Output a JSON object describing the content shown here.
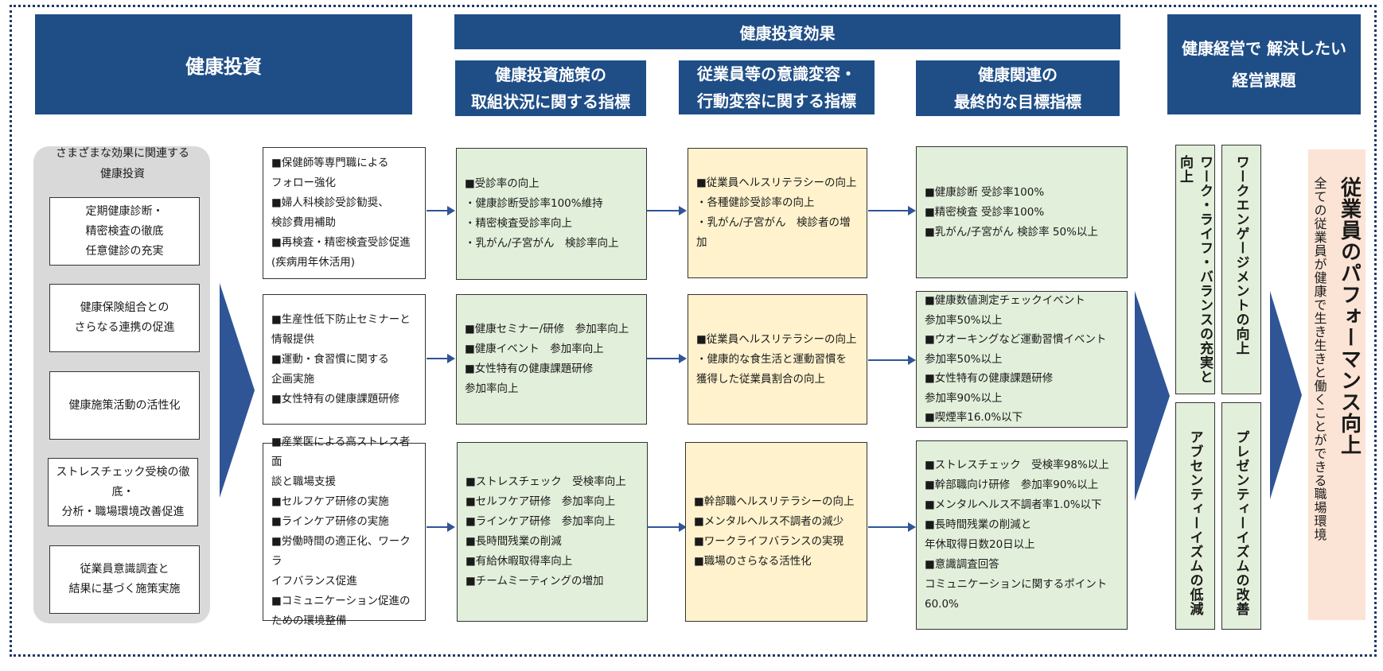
{
  "headers": {
    "investment": "健康投資",
    "effect": "健康投資効果",
    "sub1": [
      "健康投資施策の",
      "取組状況に関する指標"
    ],
    "sub2": [
      "従業員等の意識変容・",
      "行動変容に関する指標"
    ],
    "sub3": [
      "健康関連の",
      "最終的な目標指標"
    ],
    "issues": [
      "健康経営で 解決したい",
      "経営課題"
    ]
  },
  "left_panel": {
    "title": "さまざまな効果に関連する\n健康投資",
    "items": [
      "定期健康診断・\n精密検査の徹底\n任意健診の充実",
      "健康保険組合との\nさらなる連携の促進",
      "健康施策活動の活性化",
      "ストレスチェック受検の徹底・\n分析・職場環境改善促進",
      "従業員意識調査と\n結果に基づく施策実施"
    ]
  },
  "rows": [
    {
      "initiatives": "■保健師等専門職による\n  フォロー強化\n■婦人科検診受診勧奨、\n  検診費用補助\n■再検査・精密検査受診促進\n  (疾病用年休活用)",
      "activity": "■受診率の向上\n・健康診断受診率100%維持\n・精密検査受診率向上\n・乳がん/子宮がん　検診率向上",
      "awareness": "■従業員ヘルスリテラシーの向上\n・各種健診受診率の向上\n・乳がん/子宮がん　検診者の増加",
      "final": "■健康診断 受診率100%\n■精密検査 受診率100%\n■乳がん/子宮がん 検診率 50%以上"
    },
    {
      "initiatives": "■生産性低下防止セミナーと\n  情報提供\n■運動・食習慣に関する\n  企画実施\n■女性特有の健康課題研修",
      "activity": "■健康セミナー/研修　参加率向上\n■健康イベント　参加率向上\n■女性特有の健康課題研修\n  参加率向上",
      "awareness": "■従業員ヘルスリテラシーの向上\n・健康的な食生活と運動習慣を\n  獲得した従業員割合の向上",
      "final": "■健康数値測定チェックイベント\n  参加率50%以上\n■ウオーキングなど運動習慣イベント\n  参加率50%以上\n■女性特有の健康課題研修\n  参加率90%以上\n■喫煙率16.0%以下"
    },
    {
      "initiatives": "■産業医による高ストレス者面\n談と職場支援\n■セルフケア研修の実施\n■ラインケア研修の実施\n■労働時間の適正化、ワークラ\nイフバランス促進\n■コミュニケーション促進の\n  ための環境整備",
      "activity": "■ストレスチェック　受検率向上\n■セルフケア研修　参加率向上\n■ラインケア研修　参加率向上\n■長時間残業の削減\n■有給休暇取得率向上\n■チームミーティングの増加",
      "awareness": "■幹部職ヘルスリテラシーの向上\n■メンタルヘルス不調者の減少\n■ワークライフバランスの実現\n■職場のさらなる活性化",
      "final": "■ストレスチェック　受検率98%以上\n■幹部職向け研修　参加率90%以上\n■メンタルヘルス不調者率1.0%以下\n■長時間残業の削減と\n  年休取得日数20日以上\n■意識調査回答\n  コミュニケーションに関するポイント60.0%"
    }
  ],
  "issues": {
    "work_life": "ワーク・ライフ・バランスの充実と向上",
    "engagement": "ワークエンゲージメントの向上",
    "absenteeism": "アブセンティーイズムの低減",
    "presenteeism": "プレゼンティーイズムの改善"
  },
  "goal": {
    "title": "従業員のパフォーマンス向上",
    "subtitle": "全ての従業員が健康で生き生きと働くことができる職場環境"
  },
  "colors": {
    "navy": "#1f4e87",
    "green_fill": "#e2efda",
    "yellow_fill": "#fff2cc",
    "pink_fill": "#fbe4d5",
    "arrow": "#2f5597"
  }
}
